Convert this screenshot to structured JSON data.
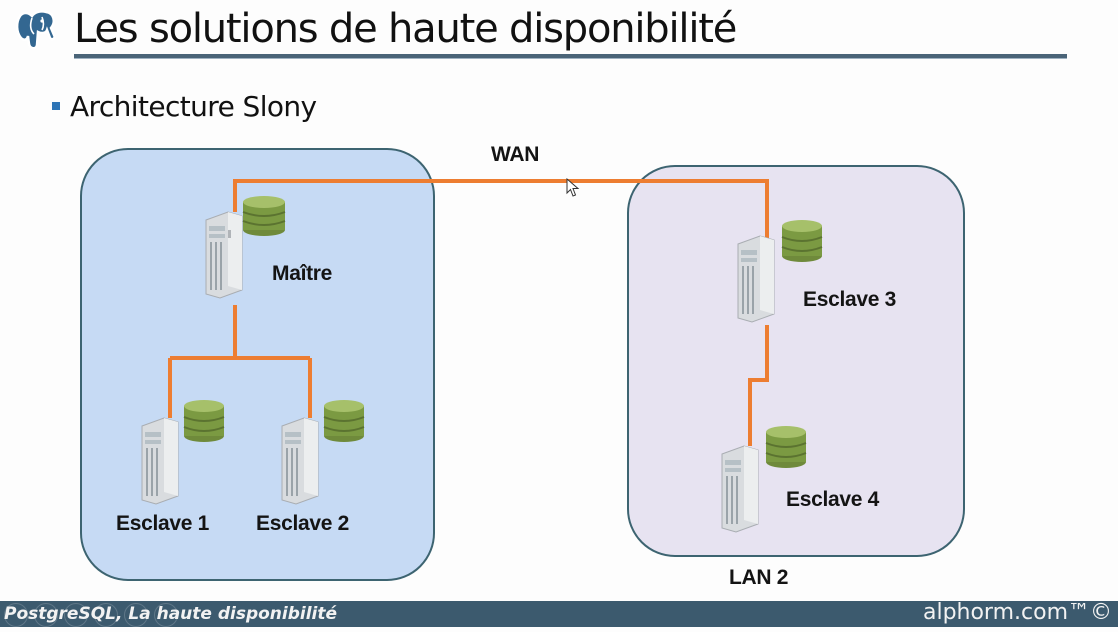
{
  "header": {
    "logo_icon": "postgresql-elephant-icon",
    "title": "Les solutions de haute disponibilité"
  },
  "content": {
    "bullet": "Architecture Slony"
  },
  "diagram": {
    "link_label": "WAN",
    "link_color": "#ed7d31",
    "zones": [
      {
        "id": "lan1",
        "label": "",
        "fill": "#c6daf4"
      },
      {
        "id": "lan2",
        "label": "LAN 2",
        "fill": "#e7e3f1"
      }
    ],
    "nodes": [
      {
        "id": "master",
        "label": "Maître",
        "icon": "server-database-icon"
      },
      {
        "id": "slave1",
        "label": "Esclave 1",
        "icon": "server-database-icon"
      },
      {
        "id": "slave2",
        "label": "Esclave 2",
        "icon": "server-database-icon"
      },
      {
        "id": "slave3",
        "label": "Esclave 3",
        "icon": "server-database-icon"
      },
      {
        "id": "slave4",
        "label": "Esclave 4",
        "icon": "server-database-icon"
      }
    ],
    "edges": [
      {
        "from": "master",
        "to": "slave1"
      },
      {
        "from": "master",
        "to": "slave2"
      },
      {
        "from": "master",
        "to": "slave3",
        "via": "WAN"
      },
      {
        "from": "slave3",
        "to": "slave4"
      }
    ]
  },
  "footer": {
    "course_title": "PostgreSQL, La haute disponibilité",
    "brand": "alphorm.com™©"
  }
}
